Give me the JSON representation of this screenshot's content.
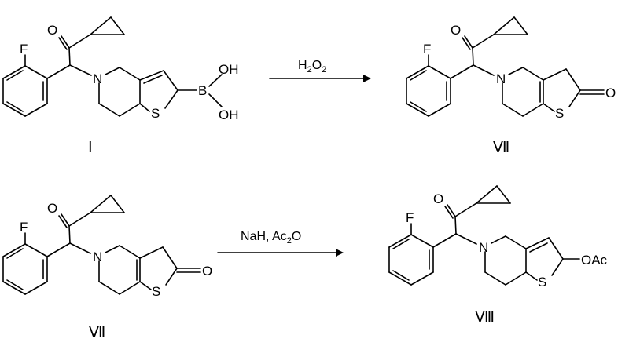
{
  "compounds": {
    "I": {
      "label": "Ⅰ",
      "atoms": {
        "O": "O",
        "F": "F",
        "N": "N",
        "S": "S",
        "B": "B",
        "OH1": "OH",
        "OH2": "OH"
      }
    },
    "VII_top": {
      "label": "Ⅶ",
      "atoms": {
        "O": "O",
        "F": "F",
        "N": "N",
        "S": "S",
        "O2": "O"
      }
    },
    "VII_bottom": {
      "label": "Ⅶ",
      "atoms": {
        "O": "O",
        "F": "F",
        "N": "N",
        "S": "S",
        "O2": "O"
      }
    },
    "VIII": {
      "label": "Ⅷ",
      "atoms": {
        "O": "O",
        "F": "F",
        "N": "N",
        "S": "S",
        "OAc": "OAc"
      }
    }
  },
  "reactions": [
    {
      "reagent_main": "H",
      "reagent_sub": "2",
      "reagent_tail": "O",
      "reagent_sub2": "2"
    },
    {
      "reagent_main": "NaH, Ac",
      "reagent_sub": "2",
      "reagent_tail": "O"
    }
  ]
}
